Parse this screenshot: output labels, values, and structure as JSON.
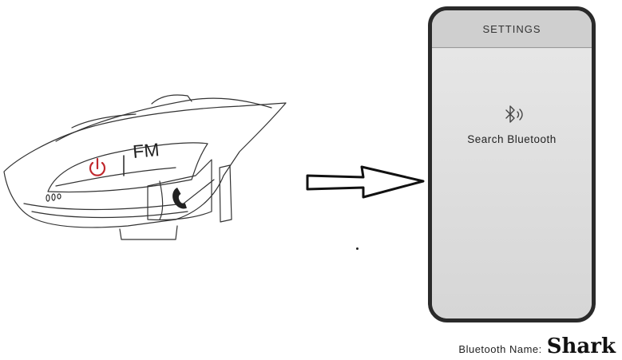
{
  "device": {
    "fm_label": "FM",
    "icons": [
      "power-icon",
      "phone-icon"
    ],
    "power_color": "#c0282d"
  },
  "phone_screen": {
    "header_title": "SETTINGS",
    "bluetooth_icon": "bluetooth-icon",
    "search_label": "Search Bluetooth"
  },
  "footer": {
    "name_label": "Bluetooth Name:",
    "name_value": "Shark"
  }
}
